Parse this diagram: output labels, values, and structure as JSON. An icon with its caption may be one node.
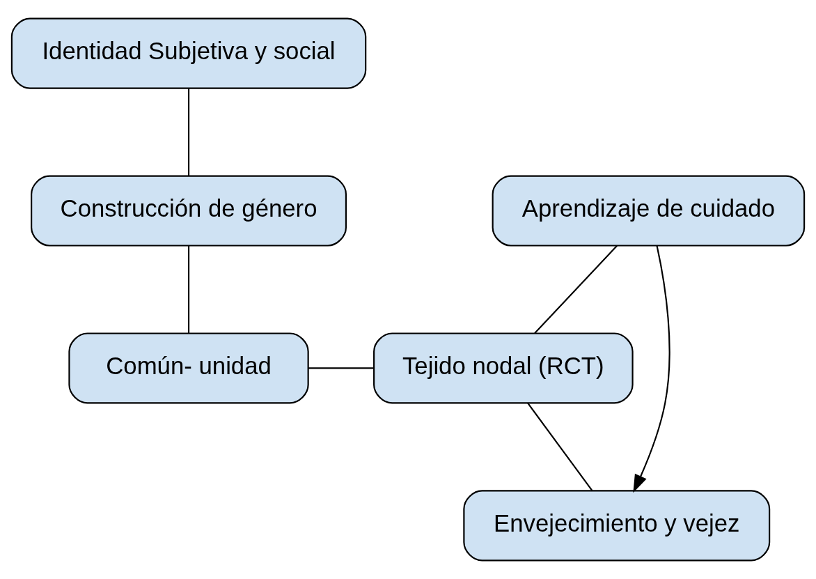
{
  "diagram": {
    "nodes": [
      {
        "text": [
          "Identidad Subjetiva y social"
        ]
      },
      {
        "text": [
          "Construcción de género"
        ]
      },
      {
        "text": [
          "Común- unidad"
        ]
      },
      {
        "text": [
          "Tejido nodal (RCT)"
        ]
      },
      {
        "text": [
          "Aprendizaje de cuidado"
        ]
      },
      {
        "text": [
          "Envejecimiento y vejez"
        ]
      }
    ],
    "edges": [
      {
        "from": 0,
        "to": 1,
        "arrow": "none"
      },
      {
        "from": 1,
        "to": 2,
        "arrow": "none"
      },
      {
        "from": 2,
        "to": 3,
        "arrow": "none"
      },
      {
        "from": 3,
        "to": 4,
        "arrow": "none"
      },
      {
        "from": 3,
        "to": 5,
        "arrow": "none"
      },
      {
        "from": 4,
        "to": 5,
        "arrow": "to"
      }
    ]
  }
}
